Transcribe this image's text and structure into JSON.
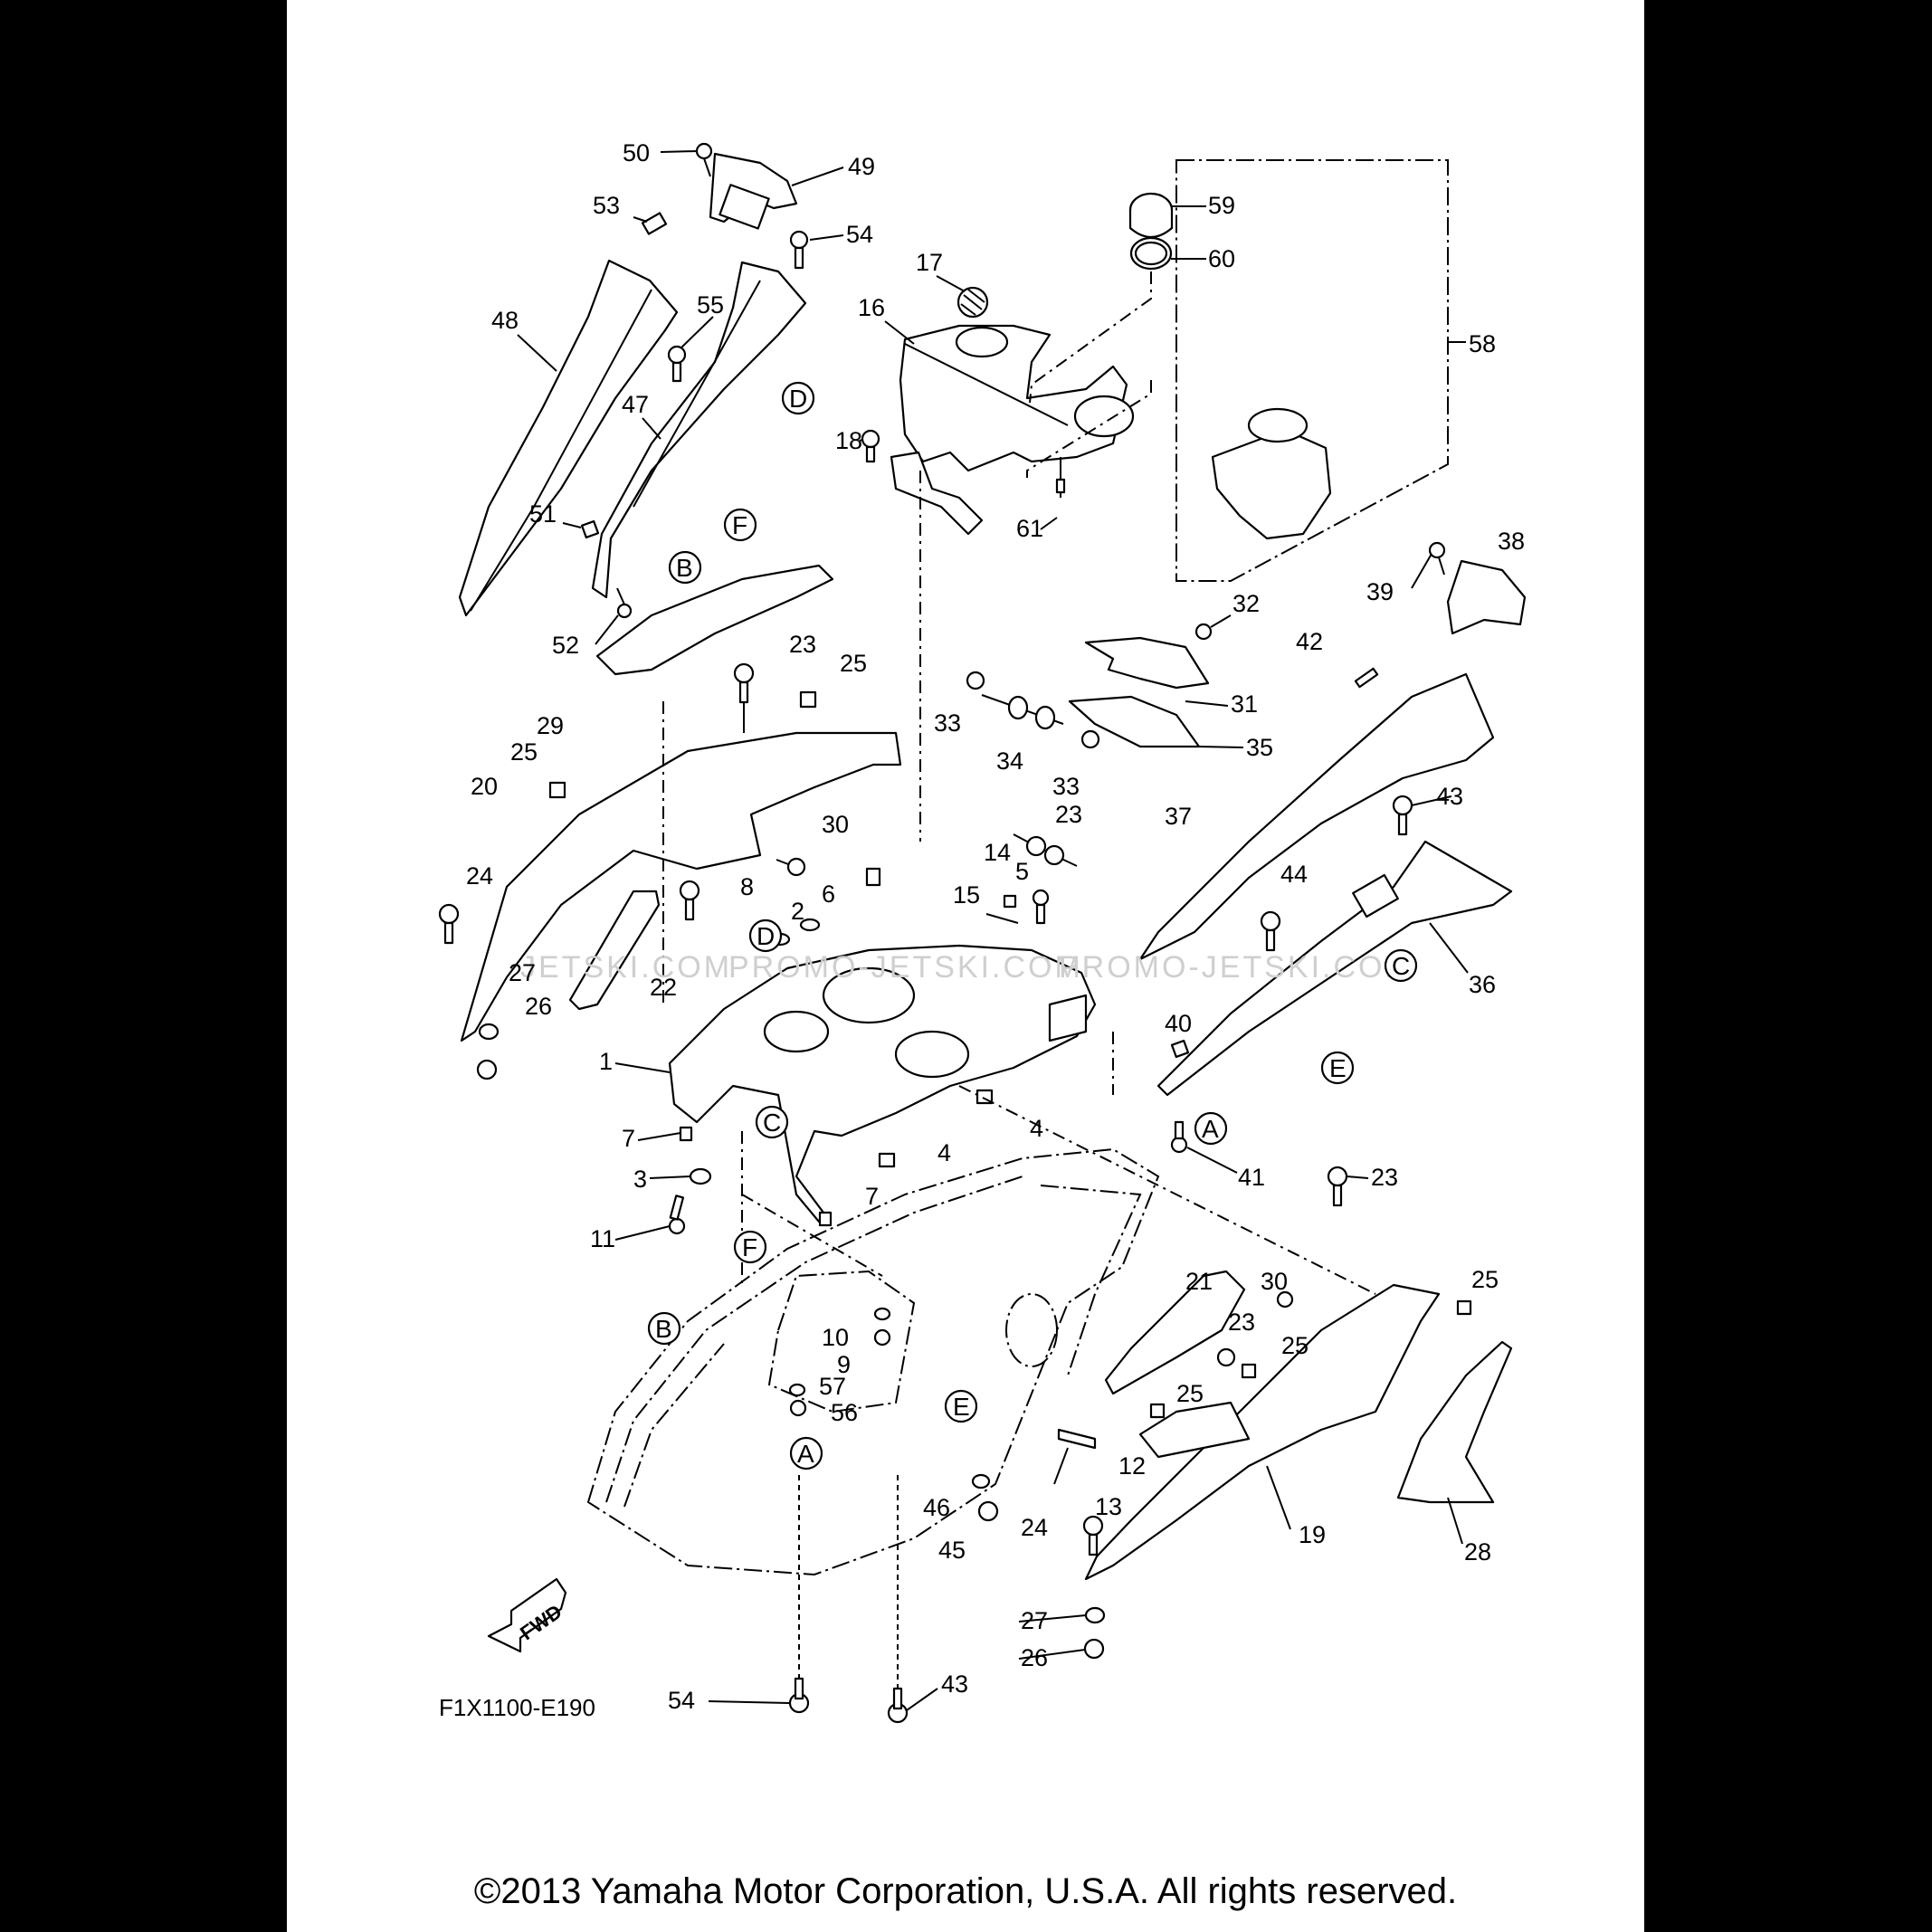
{
  "diagram": {
    "code": "F1X1100-E190",
    "direction_arrow": "FWD",
    "kit_group": "58",
    "callouts": [
      {
        "id": "c50",
        "label": "50"
      },
      {
        "id": "c49",
        "label": "49"
      },
      {
        "id": "c53",
        "label": "53"
      },
      {
        "id": "c54a",
        "label": "54"
      },
      {
        "id": "c48",
        "label": "48"
      },
      {
        "id": "c55",
        "label": "55"
      },
      {
        "id": "c47",
        "label": "47"
      },
      {
        "id": "c51",
        "label": "51"
      },
      {
        "id": "c52",
        "label": "52"
      },
      {
        "id": "c17",
        "label": "17"
      },
      {
        "id": "c16",
        "label": "16"
      },
      {
        "id": "c18",
        "label": "18"
      },
      {
        "id": "c59",
        "label": "59"
      },
      {
        "id": "c60",
        "label": "60"
      },
      {
        "id": "c58",
        "label": "58"
      },
      {
        "id": "c61",
        "label": "61"
      },
      {
        "id": "c38",
        "label": "38"
      },
      {
        "id": "c39",
        "label": "39"
      },
      {
        "id": "c32",
        "label": "32"
      },
      {
        "id": "c42",
        "label": "42"
      },
      {
        "id": "c31",
        "label": "31"
      },
      {
        "id": "c35",
        "label": "35"
      },
      {
        "id": "c33a",
        "label": "33"
      },
      {
        "id": "c34",
        "label": "34"
      },
      {
        "id": "c33b",
        "label": "33"
      },
      {
        "id": "c23a",
        "label": "23"
      },
      {
        "id": "c25a",
        "label": "25"
      },
      {
        "id": "c29",
        "label": "29"
      },
      {
        "id": "c25b",
        "label": "25"
      },
      {
        "id": "c20",
        "label": "20"
      },
      {
        "id": "c30a",
        "label": "30"
      },
      {
        "id": "c24a",
        "label": "24"
      },
      {
        "id": "c8",
        "label": "8"
      },
      {
        "id": "c6",
        "label": "6"
      },
      {
        "id": "c2",
        "label": "2"
      },
      {
        "id": "c22",
        "label": "22"
      },
      {
        "id": "c27a",
        "label": "27"
      },
      {
        "id": "c26a",
        "label": "26"
      },
      {
        "id": "c23b",
        "label": "23"
      },
      {
        "id": "c14",
        "label": "14"
      },
      {
        "id": "c5",
        "label": "5"
      },
      {
        "id": "c15",
        "label": "15"
      },
      {
        "id": "c37",
        "label": "37"
      },
      {
        "id": "c43a",
        "label": "43"
      },
      {
        "id": "c44",
        "label": "44"
      },
      {
        "id": "c36",
        "label": "36"
      },
      {
        "id": "c40",
        "label": "40"
      },
      {
        "id": "c1",
        "label": "1"
      },
      {
        "id": "c7a",
        "label": "7"
      },
      {
        "id": "c3",
        "label": "3"
      },
      {
        "id": "c11",
        "label": "11"
      },
      {
        "id": "c4a",
        "label": "4"
      },
      {
        "id": "c4b",
        "label": "4"
      },
      {
        "id": "c7b",
        "label": "7"
      },
      {
        "id": "c41",
        "label": "41"
      },
      {
        "id": "c23c",
        "label": "23"
      },
      {
        "id": "c21",
        "label": "21"
      },
      {
        "id": "c30b",
        "label": "30"
      },
      {
        "id": "c25c",
        "label": "25"
      },
      {
        "id": "c23d",
        "label": "23"
      },
      {
        "id": "c25d",
        "label": "25"
      },
      {
        "id": "c25e",
        "label": "25"
      },
      {
        "id": "c10",
        "label": "10"
      },
      {
        "id": "c9",
        "label": "9"
      },
      {
        "id": "c57",
        "label": "57"
      },
      {
        "id": "c56",
        "label": "56"
      },
      {
        "id": "c12",
        "label": "12"
      },
      {
        "id": "c13",
        "label": "13"
      },
      {
        "id": "c46",
        "label": "46"
      },
      {
        "id": "c45",
        "label": "45"
      },
      {
        "id": "c24b",
        "label": "24"
      },
      {
        "id": "c19",
        "label": "19"
      },
      {
        "id": "c28",
        "label": "28"
      },
      {
        "id": "c27b",
        "label": "27"
      },
      {
        "id": "c26b",
        "label": "26"
      },
      {
        "id": "c54b",
        "label": "54"
      },
      {
        "id": "c43b",
        "label": "43"
      }
    ],
    "reference_markers": [
      {
        "id": "rD1",
        "label": "D"
      },
      {
        "id": "rF1",
        "label": "F"
      },
      {
        "id": "rB1",
        "label": "B"
      },
      {
        "id": "rD2",
        "label": "D"
      },
      {
        "id": "rC1",
        "label": "C"
      },
      {
        "id": "rC2",
        "label": "C"
      },
      {
        "id": "rE1",
        "label": "E"
      },
      {
        "id": "rA1",
        "label": "A"
      },
      {
        "id": "rF2",
        "label": "F"
      },
      {
        "id": "rB2",
        "label": "B"
      },
      {
        "id": "rE2",
        "label": "E"
      },
      {
        "id": "rA2",
        "label": "A"
      }
    ],
    "watermarks": [
      "JETSKI.COM",
      "PROMO-JETSKI.COM",
      "PROMO-JETSKI.COM"
    ]
  },
  "footer": {
    "copyright": "©2013 Yamaha Motor Corporation, U.S.A. All rights reserved."
  }
}
